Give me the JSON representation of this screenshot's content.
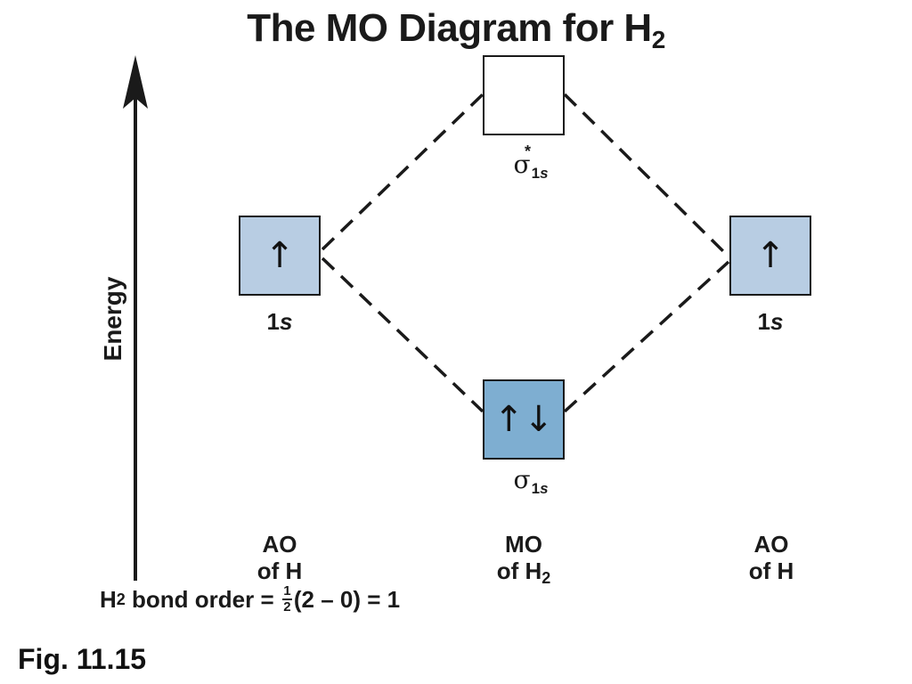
{
  "title": {
    "main": "The MO Diagram for H",
    "subscript": "2"
  },
  "energy_axis": {
    "label": "Energy"
  },
  "orbitals": {
    "left_ao": {
      "electrons": "↑",
      "label_number": "1",
      "label_letter": "s",
      "fill_color": "#b8cde3"
    },
    "right_ao": {
      "electrons": "↑",
      "label_number": "1",
      "label_letter": "s",
      "fill_color": "#b8cde3"
    },
    "sigma_star": {
      "electrons": "",
      "symbol": "σ",
      "superscript": "*",
      "subscript_number": "1",
      "subscript_letter": "s",
      "fill_color": "#ffffff"
    },
    "sigma_bonding": {
      "electrons": "↑↓",
      "symbol": "σ",
      "subscript_number": "1",
      "subscript_letter": "s",
      "fill_color": "#7eaed1"
    }
  },
  "columns": {
    "left": {
      "line1": "AO",
      "line2": "of H"
    },
    "middle": {
      "line1": "MO",
      "line2_prefix": "of H",
      "line2_sub": "2"
    },
    "right": {
      "line1": "AO",
      "line2": "of H"
    }
  },
  "bond_order": {
    "prefix": "H",
    "prefix_sub": "2",
    "text1": " bond order = ",
    "frac_num": "1",
    "frac_den": "2",
    "text2": "(2 – 0) = 1"
  },
  "figure_label": "Fig. 11.15",
  "colors": {
    "line": "#1a1a1a",
    "ao_fill": "#b8cde3",
    "bonding_fill": "#7eaed1",
    "antibonding_fill": "#ffffff"
  }
}
